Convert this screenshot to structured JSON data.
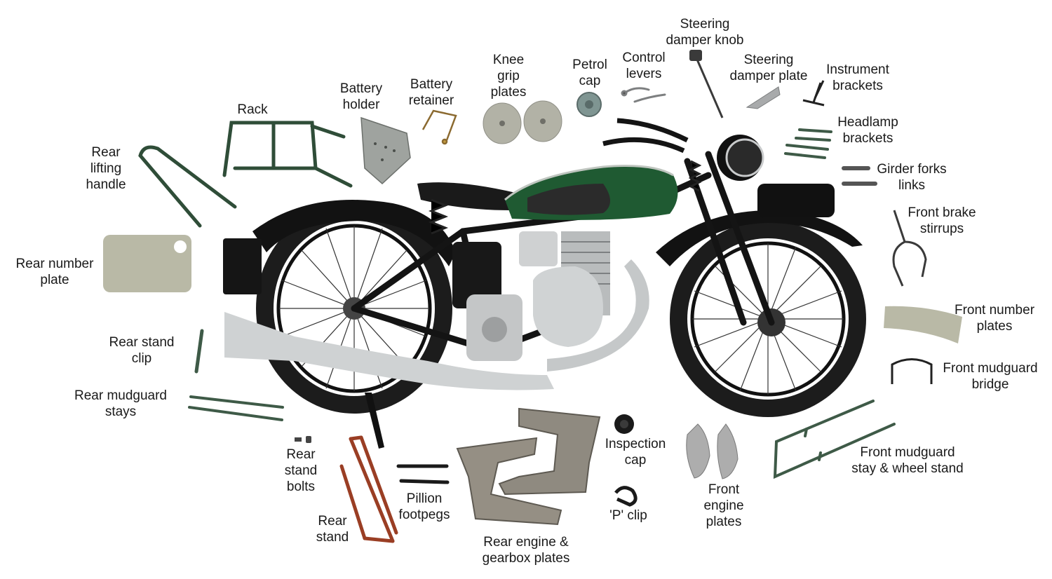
{
  "colors": {
    "background": "#ffffff",
    "frame_black": "#141414",
    "tank_green": "#1f5a32",
    "parts_green": "#3e5a47",
    "plate_grey": "#b9b9a6",
    "chrome": "#c9cbcc",
    "rust_red": "#9a3e24",
    "metal_plate": "#8f8a80"
  },
  "labels": {
    "steering_damper_knob": "Steering\ndamper knob",
    "rack": "Rack",
    "battery_holder": "Battery\nholder",
    "battery_retainer": "Battery\nretainer",
    "knee_grip_plates": "Knee\ngrip\nplates",
    "petrol_cap": "Petrol\ncap",
    "control_levers": "Control\nlevers",
    "steering_damper_plate": "Steering\ndamper plate",
    "instrument_brackets": "Instrument\nbrackets",
    "headlamp_brackets": "Headlamp\nbrackets",
    "girder_forks_links": "Girder forks\nlinks",
    "rear_lifting_handle": "Rear\nlifting\nhandle",
    "front_brake_stirrups": "Front brake\nstirrups",
    "rear_number_plate": "Rear number\nplate",
    "front_number_plates": "Front number\nplates",
    "rear_stand_clip": "Rear stand\nclip",
    "front_mudguard_bridge": "Front mudguard\nbridge",
    "rear_mudguard_stays": "Rear mudguard\nstays",
    "inspection_cap": "Inspection\ncap",
    "front_mudguard_stay": "Front mudguard\nstay & wheel stand",
    "rear_stand_bolts": "Rear\nstand\nbolts",
    "front_engine_plates": "Front\nengine\nplates",
    "pillion_footpegs": "Pillion\nfootpegs",
    "p_clip": "'P' clip",
    "rear_stand": "Rear\nstand",
    "rear_engine_gearbox_plates": "Rear engine &\ngearbox plates"
  },
  "icons": {
    "motorcycle": "vintage-motorcycle-icon",
    "rack": "rack-icon",
    "battery_holder": "battery-holder-icon",
    "knee_grip": "knee-grip-plate-icon"
  }
}
